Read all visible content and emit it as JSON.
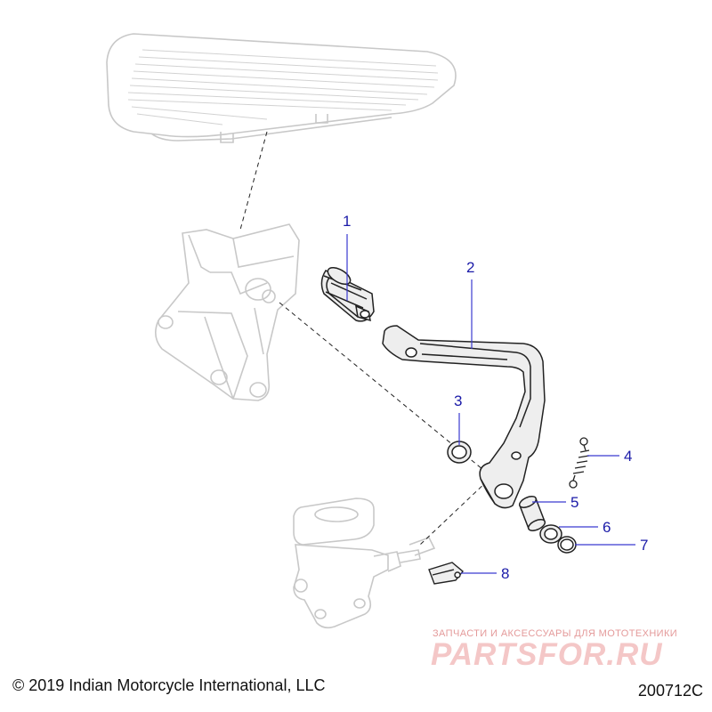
{
  "diagram": {
    "callouts": [
      {
        "number": "1",
        "part": "brake pedal pad"
      },
      {
        "number": "2",
        "part": "brake pedal lever"
      },
      {
        "number": "3",
        "part": "washer"
      },
      {
        "number": "4",
        "part": "return spring"
      },
      {
        "number": "5",
        "part": "bushing"
      },
      {
        "number": "6",
        "part": "washer"
      },
      {
        "number": "7",
        "part": "retaining ring"
      },
      {
        "number": "8",
        "part": "clip"
      }
    ],
    "copyright": "© 2019 Indian Motorcycle International, LLC",
    "drawing_id": "200712C",
    "watermark": {
      "tagline": "ЗАПЧАСТИ И АКСЕССУАРЫ ДЛЯ МОТОТЕХНИКИ",
      "brand": "PARTSFOR.RU"
    },
    "colors": {
      "line": "#222222",
      "ghost": "#c8c8c8",
      "callout_text": "#1a1aa8",
      "callout_line": "#3a3ad0",
      "part_fill": "#eeeeee",
      "watermark": "#d93a3a"
    }
  }
}
